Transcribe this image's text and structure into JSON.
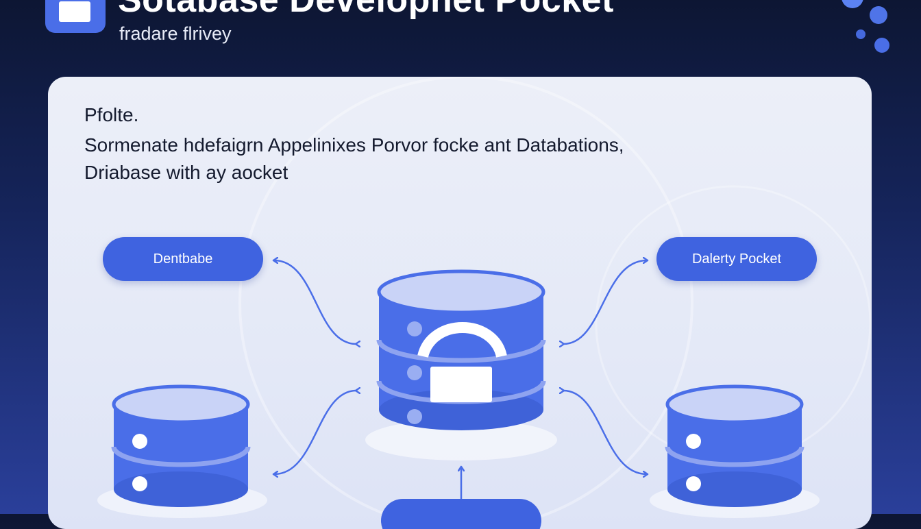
{
  "header": {
    "title": "Sotabase Developnet Pocket",
    "subtitle": "fradare flrivey"
  },
  "panel": {
    "line1": "Pfolte.",
    "line2": "Sormenate hdefaigrn Appelinixes Porvor focke ant Databations,",
    "line3": "Driabase with ay aocket"
  },
  "nodes": {
    "left_label": "Dentbabe",
    "right_label": "Dalerty Pocket"
  },
  "icons": {
    "logo": "app-logo-icon",
    "central": "database-lock-icon",
    "left": "database-icon",
    "right": "database-icon"
  },
  "colors": {
    "accent": "#3f63e0",
    "database_body": "#4a6ee8",
    "database_top": "#c9d3f7",
    "background_dark": "#0d1633",
    "panel": "#e6eaf7"
  }
}
